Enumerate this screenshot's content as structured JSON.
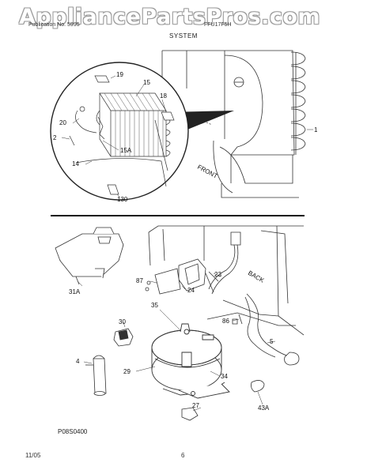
{
  "watermark": "AppliancePartsPros.com",
  "header": {
    "publication_label": "Publication No. 5995",
    "model": "FFU17F5H",
    "section_title": "SYSTEM"
  },
  "callouts": {
    "c19": "19",
    "c15": "15",
    "c18": "18",
    "c20": "20",
    "c2": "2",
    "c15A": "15A",
    "c14": "14",
    "c130": "130",
    "c1": "1",
    "c31A": "31A",
    "c87": "87",
    "c24": "24",
    "c23": "23",
    "c35": "35",
    "c86": "86",
    "c30": "30",
    "c4": "4",
    "c29": "29",
    "c34": "34",
    "c5": "5",
    "c27": "27",
    "c43A": "43A"
  },
  "labels": {
    "front": "FRONT",
    "back": "BACK"
  },
  "figure_code": "P08S0400",
  "footer": {
    "date": "11/05",
    "page": "6"
  }
}
